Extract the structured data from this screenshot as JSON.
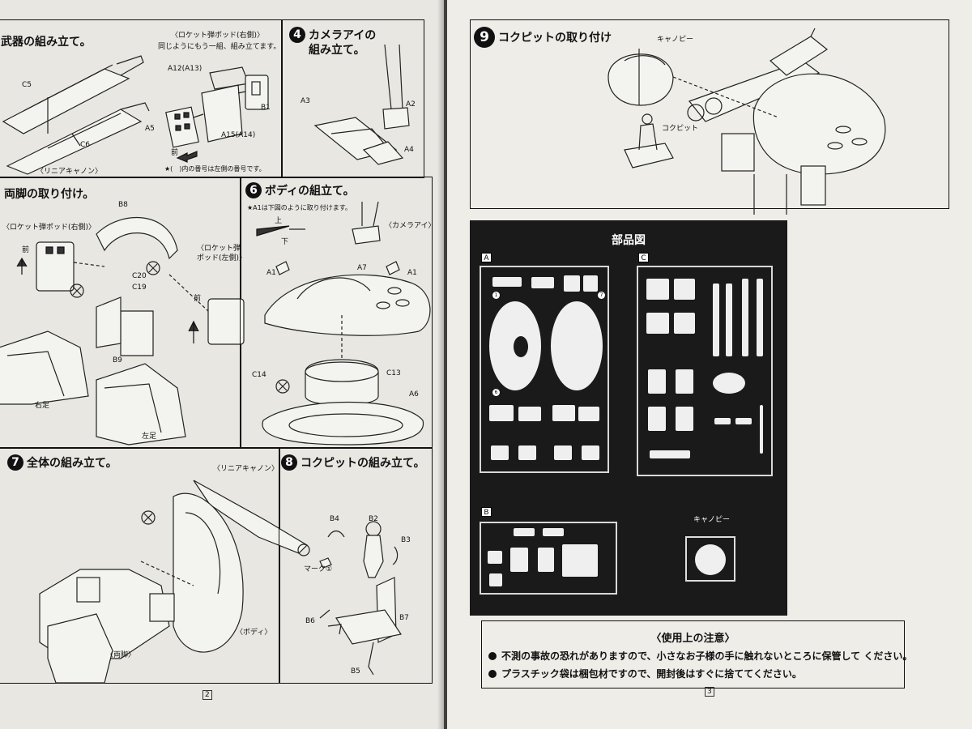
{
  "left_page": {
    "step3": {
      "title": "武器の組み立て。",
      "pod_caption": "〈ロケット弾ポッド(右側)〉",
      "pod_note": "同じようにもう一組、組み立てます。",
      "cannon_caption": "〈リニアキャノン〉",
      "front_label": "前",
      "footnote": "★(　)内の番号は左側の番号です。",
      "parts": [
        "C5",
        "C6",
        "A12(A13)",
        "B1",
        "A5",
        "A15(A14)"
      ]
    },
    "step4": {
      "number": "4",
      "title_line1": "カメラアイの",
      "title_line2": "組み立て。",
      "parts": [
        "A3",
        "A2",
        "A4"
      ]
    },
    "step5": {
      "title": "両脚の取り付け。",
      "pod_right": "〈ロケット弾ポッド(右側)〉",
      "pod_left_line1": "〈ロケット弾",
      "pod_left_line2": "ポッド(左側)〉",
      "front_label": "前",
      "right_foot": "右足",
      "left_foot": "左足",
      "parts": [
        "B8",
        "C20",
        "C19",
        "B9"
      ]
    },
    "step6": {
      "number": "6",
      "title": "ボディの組立て。",
      "note": "★A1は下図のように取り付けます。",
      "up_label": "上",
      "down_label": "下",
      "camera_label": "〈カメラアイ〉",
      "parts": [
        "A1",
        "A7",
        "A1",
        "C14",
        "C13",
        "A6"
      ]
    },
    "step7": {
      "number": "7",
      "title": "全体の組み立て。",
      "cannon_label": "〈リニアキャノン〉",
      "body_label": "〈ボディ〉",
      "legs_label": "〈両脚〉"
    },
    "step8": {
      "number": "8",
      "title": "コクピットの組み立て。",
      "mark_label": "マーク①",
      "parts": [
        "B4",
        "B2",
        "B3",
        "B6",
        "B7",
        "B5"
      ]
    },
    "page_number": "2"
  },
  "right_page": {
    "step9": {
      "number": "9",
      "title": "コクピットの取り付け",
      "canopy_label": "キャノピー",
      "cockpit_label": "コクピット"
    },
    "parts_chart": {
      "title": "部品図",
      "sprue_a": "A",
      "sprue_b": "B",
      "sprue_c": "C",
      "canopy_label": "キャノピー"
    },
    "caution": {
      "title": "〈使用上の注意〉",
      "line1": "不測の事故の恐れがありますので、小さなお子様の手に触れないところに保管して ください。",
      "line2": "プラスチック袋は梱包材ですので、開封後はすぐに捨ててください。"
    },
    "page_number": "3"
  },
  "colors": {
    "paper": "#eeede8",
    "ink": "#111111",
    "parts_chart_bg": "#1a1a1a",
    "background": "#54544e"
  }
}
